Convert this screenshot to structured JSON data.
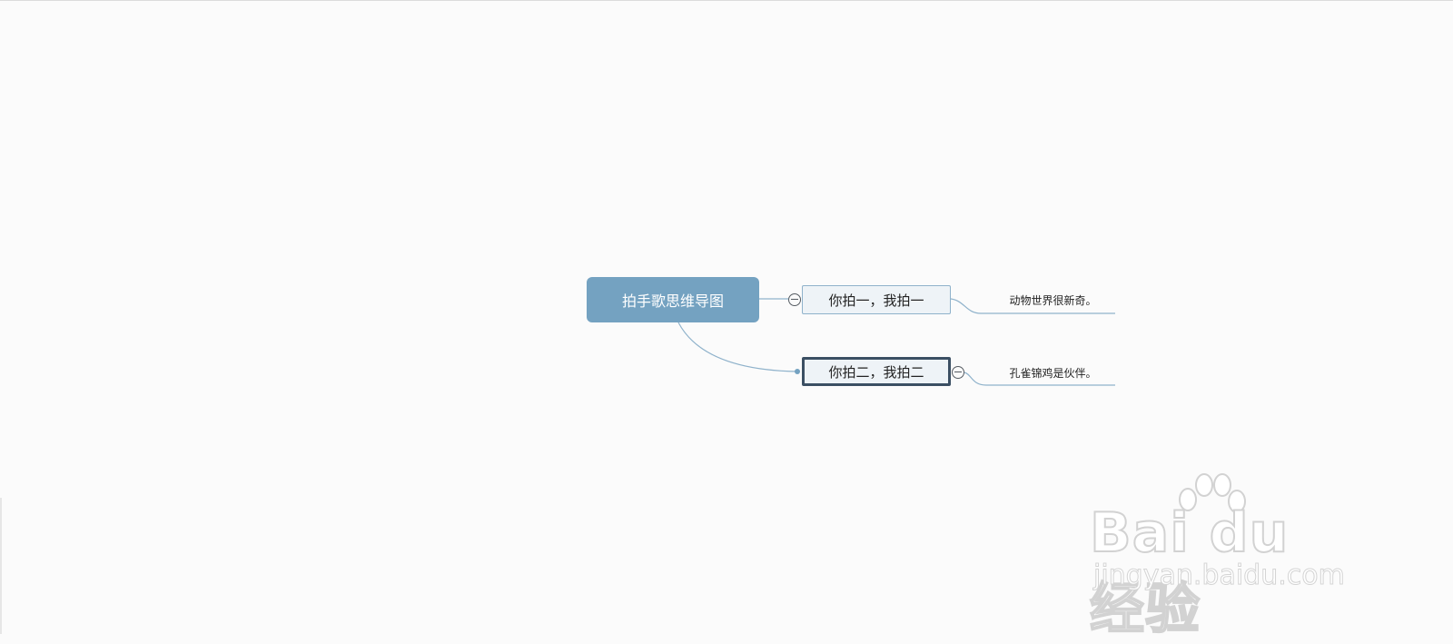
{
  "mindmap": {
    "root": {
      "label": "拍手歌思维导图"
    },
    "branches": [
      {
        "label": "你拍一，我拍一",
        "selected": false,
        "leaf": "动物世界很新奇。"
      },
      {
        "label": "你拍二，我拍二",
        "selected": true,
        "leaf": "孔雀锦鸡是伙伴。"
      }
    ]
  },
  "colors": {
    "root_fill": "#74a2c1",
    "branch_fill": "#eef3f7",
    "connector": "#8fb2cb",
    "selection_border": "#3b4f63"
  },
  "watermark": {
    "brand": "Bai du 经验",
    "url": "jingyan.baidu.com"
  }
}
